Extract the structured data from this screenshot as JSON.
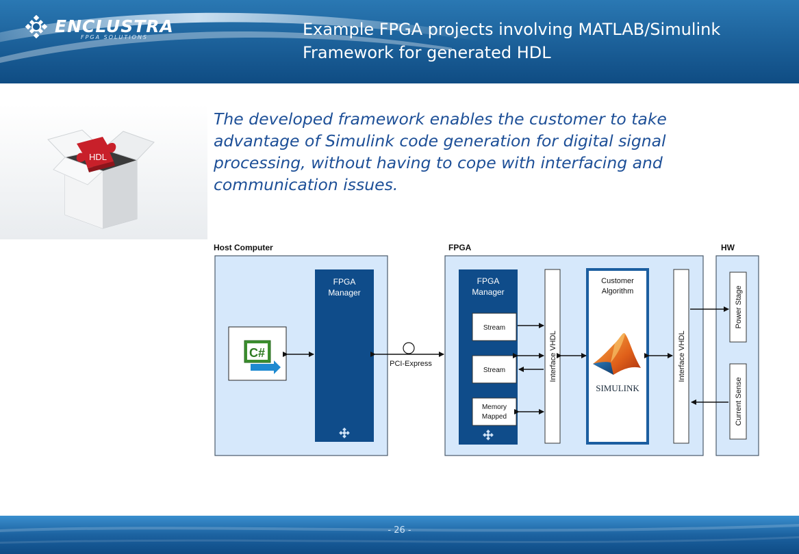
{
  "header": {
    "logo_text": "ENCLUSTRA",
    "logo_subtext": "FPGA SOLUTIONS",
    "title_line1": "Example FPGA projects involving MATLAB/Simulink",
    "title_line2": "Framework for generated HDL"
  },
  "image": {
    "puzzle_label": "HDL"
  },
  "lead_text": "The developed framework enables the customer to take advantage of Simulink code generation for digital signal processing, without having to cope with interfacing and communication issues.",
  "diagram": {
    "host_label": "Host Computer",
    "fpga_label": "FPGA",
    "hw_label": "HW",
    "csharp_label": "C#",
    "host_manager_line1": "FPGA",
    "host_manager_line2": "Manager",
    "fpga_manager_line1": "FPGA",
    "fpga_manager_line2": "Manager",
    "stream1": "Stream",
    "stream2": "Stream",
    "memory_line1": "Memory",
    "memory_line2": "Mapped",
    "pci_label": "PCI-Express",
    "interface_left": "Interface VHDL",
    "interface_right": "Interface VHDL",
    "customer_line1": "Customer",
    "customer_line2": "Algorithm",
    "simulink_label": "SIMULINK",
    "power_stage": "Power Stage",
    "current_sense": "Current Sense"
  },
  "footer": {
    "page_number": "- 26 -"
  },
  "colors": {
    "header_blue": "#1b5f98",
    "dark_block": "#0f4c8a",
    "light_panel": "#d6e8fb",
    "lead_text": "#1d4f97",
    "simulink_orange": "#e0601a"
  }
}
